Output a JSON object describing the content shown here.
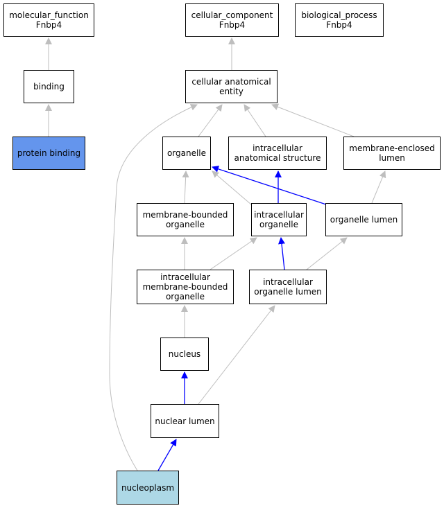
{
  "colors": {
    "edge_gray": "#bebebe",
    "edge_blue": "#0000ff",
    "highlight_blue": "#6495ed",
    "highlight_light": "#add8e6",
    "node_fill": "#ffffff",
    "node_border": "#000000"
  },
  "nodes": {
    "molecular_function": "molecular_function\nFnbp4",
    "cellular_component": "cellular_component\nFnbp4",
    "biological_process": "biological_process\nFnbp4",
    "binding": "binding",
    "protein_binding": "protein binding",
    "cellular_anatomical_entity": "cellular anatomical\nentity",
    "organelle": "organelle",
    "intracellular_anatomical_structure": "intracellular\nanatomical structure",
    "membrane_enclosed_lumen": "membrane-enclosed\nlumen",
    "membrane_bounded_organelle": "membrane-bounded\norganelle",
    "intracellular_organelle": "intracellular\norganelle",
    "organelle_lumen": "organelle lumen",
    "intracellular_membrane_bounded_organelle": "intracellular\nmembrane-bounded\norganelle",
    "intracellular_organelle_lumen": "intracellular\norganelle lumen",
    "nucleus": "nucleus",
    "nuclear_lumen": "nuclear lumen",
    "nucleoplasm": "nucleoplasm"
  },
  "highlights": {
    "protein_binding": "highlight_blue",
    "nucleoplasm": "highlight_light"
  },
  "edges": [
    {
      "from": "binding",
      "to": "molecular_function",
      "color": "edge_gray"
    },
    {
      "from": "protein_binding",
      "to": "binding",
      "color": "edge_gray"
    },
    {
      "from": "cellular_anatomical_entity",
      "to": "cellular_component",
      "color": "edge_gray"
    },
    {
      "from": "organelle",
      "to": "cellular_anatomical_entity",
      "color": "edge_gray"
    },
    {
      "from": "intracellular_anatomical_structure",
      "to": "cellular_anatomical_entity",
      "color": "edge_gray"
    },
    {
      "from": "membrane_enclosed_lumen",
      "to": "cellular_anatomical_entity",
      "color": "edge_gray"
    },
    {
      "from": "nucleoplasm",
      "to": "cellular_anatomical_entity",
      "color": "edge_gray"
    },
    {
      "from": "membrane_bounded_organelle",
      "to": "organelle",
      "color": "edge_gray"
    },
    {
      "from": "intracellular_organelle",
      "to": "organelle",
      "color": "edge_gray"
    },
    {
      "from": "organelle_lumen",
      "to": "organelle",
      "color": "edge_blue"
    },
    {
      "from": "intracellular_organelle",
      "to": "intracellular_anatomical_structure",
      "color": "edge_blue"
    },
    {
      "from": "organelle_lumen",
      "to": "membrane_enclosed_lumen",
      "color": "edge_gray"
    },
    {
      "from": "intracellular_membrane_bounded_organelle",
      "to": "membrane_bounded_organelle",
      "color": "edge_gray"
    },
    {
      "from": "intracellular_membrane_bounded_organelle",
      "to": "intracellular_organelle",
      "color": "edge_gray"
    },
    {
      "from": "intracellular_organelle_lumen",
      "to": "intracellular_organelle",
      "color": "edge_blue"
    },
    {
      "from": "intracellular_organelle_lumen",
      "to": "organelle_lumen",
      "color": "edge_gray"
    },
    {
      "from": "nucleus",
      "to": "intracellular_membrane_bounded_organelle",
      "color": "edge_gray"
    },
    {
      "from": "nuclear_lumen",
      "to": "nucleus",
      "color": "edge_blue"
    },
    {
      "from": "nuclear_lumen",
      "to": "intracellular_organelle_lumen",
      "color": "edge_gray"
    },
    {
      "from": "nucleoplasm",
      "to": "nuclear_lumen",
      "color": "edge_blue"
    }
  ]
}
